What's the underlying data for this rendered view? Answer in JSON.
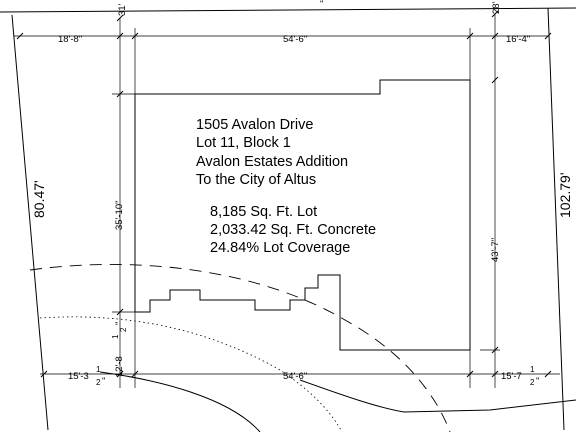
{
  "plan": {
    "address_lines": [
      "1505 Avalon Drive",
      "Lot 11, Block 1",
      "Avalon Estates Addition",
      "To the City of Altus"
    ],
    "stats_lines": [
      "8,185 Sq. Ft. Lot",
      "2,033.42 Sq. Ft. Concrete",
      "24.84% Lot Coverage"
    ],
    "dimensions": {
      "top_left_setback": "18'-8\"",
      "top_width": "54'-6\"",
      "top_right_setback": "16'-4\"",
      "bottom_left_setback": "15'-3",
      "bottom_width": "54'-6\"",
      "bottom_right_setback": "15'-7",
      "front_setback": "12'-8",
      "left_depth": "35'-10\"",
      "right_depth": "43'-7\"",
      "rear_setback_left": "31'",
      "rear_setback_right": "28'",
      "lot_left_side": "80.47'",
      "lot_right_side": "102.79'",
      "top_mark": "\""
    },
    "fraction": {
      "numerator": "1",
      "denominator": "2",
      "inch": "\""
    }
  }
}
